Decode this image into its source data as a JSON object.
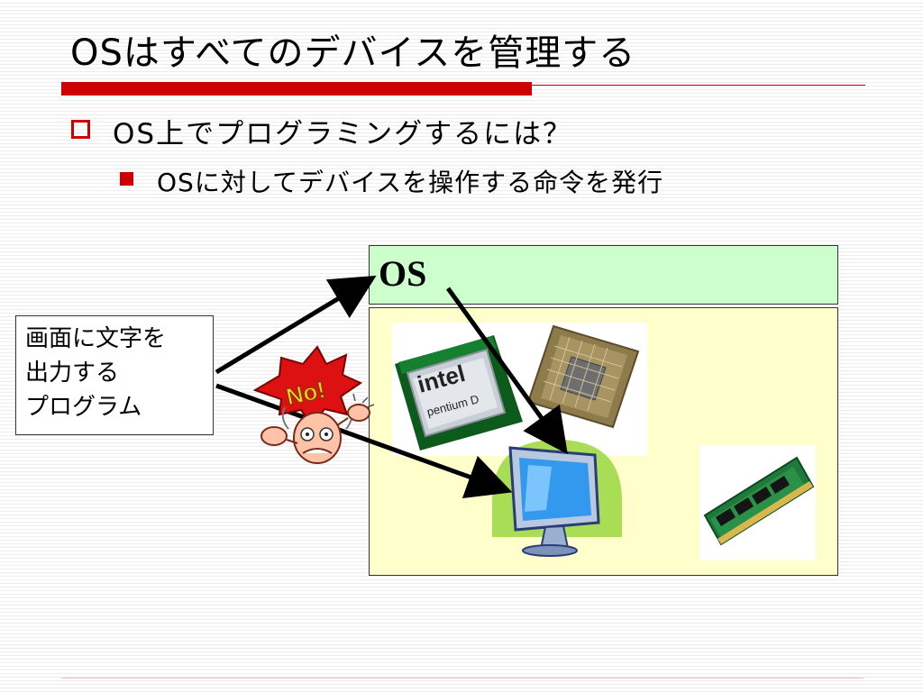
{
  "slide": {
    "title": "OSはすべてのデバイスを管理する",
    "bullet1": "OS上でプログラミングするには？",
    "bullet2": "OSに対してデバイスを操作する命令を発行",
    "os_label": "OS",
    "program_lines": [
      "画面に文字を",
      "出力する",
      "プログラム"
    ],
    "no_sign_text": "No!",
    "cpu_brand": "intel",
    "cpu_model": "pentium D"
  },
  "colors": {
    "accent_red": "#cc0000",
    "os_box_fill": "#ccffcc",
    "device_box_fill": "#ffffcc",
    "monitor_halo": "#a8dd55",
    "monitor_screen": "#3399ee"
  },
  "icons": [
    "cpu-chip-icon",
    "cpu-socket-icon",
    "ram-module-icon",
    "monitor-icon",
    "no-sign-icon",
    "frustrated-man-icon"
  ]
}
